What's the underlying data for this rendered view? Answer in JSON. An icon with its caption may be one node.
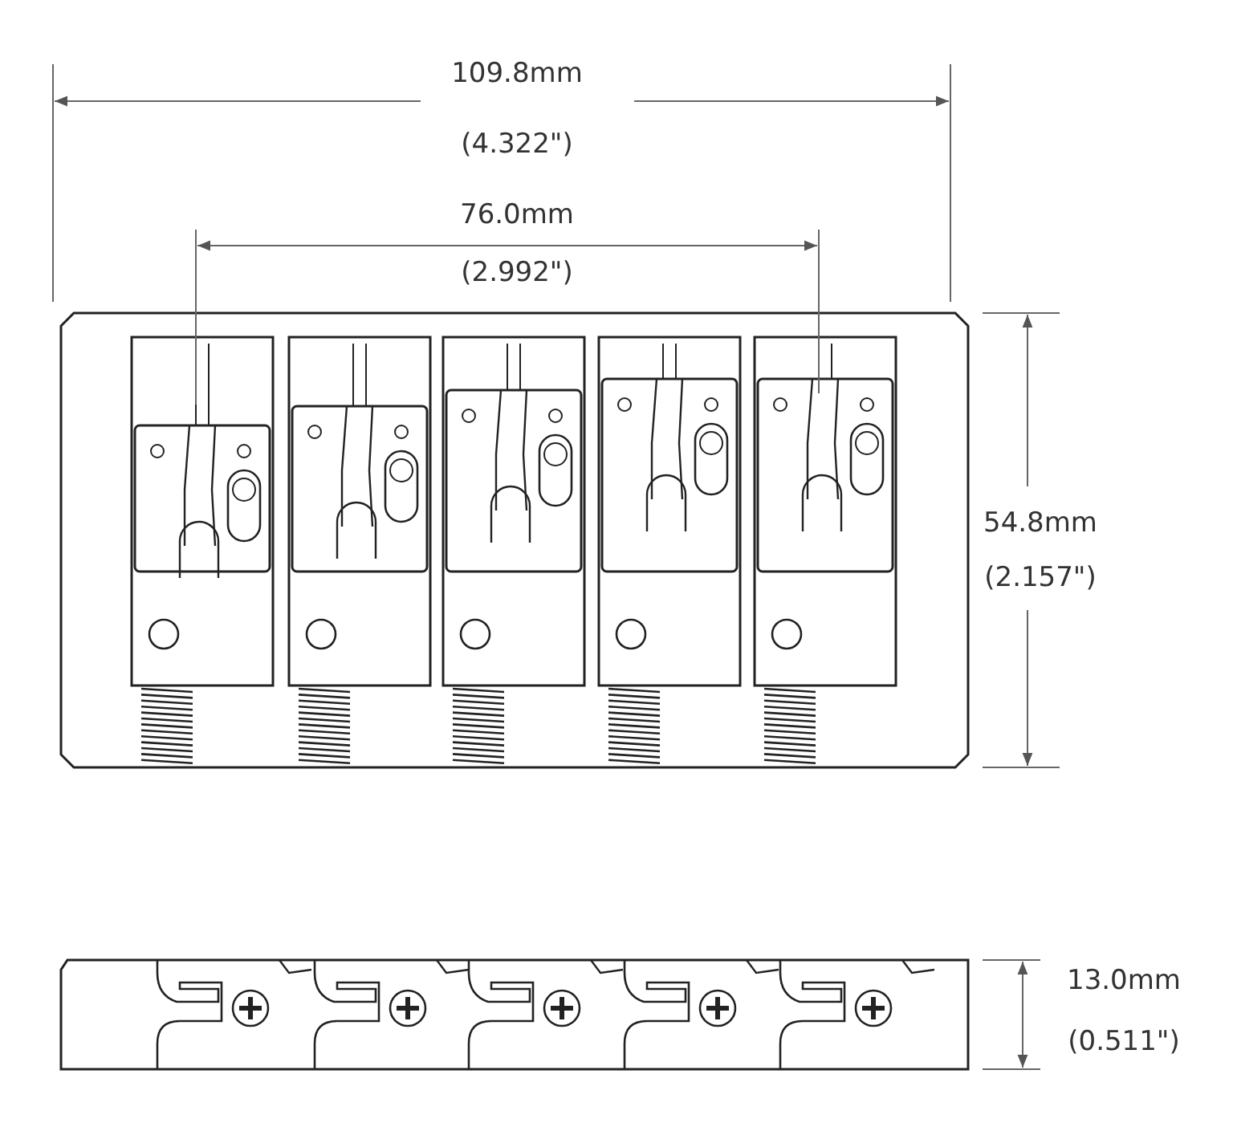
{
  "diagram": {
    "labels": [
      "109.8mm",
      "(4.322\")",
      "76.0mm",
      "(2.992\")",
      "54.8mm",
      "(2.157\")",
      "13.0mm",
      "(0.511\")"
    ]
  }
}
